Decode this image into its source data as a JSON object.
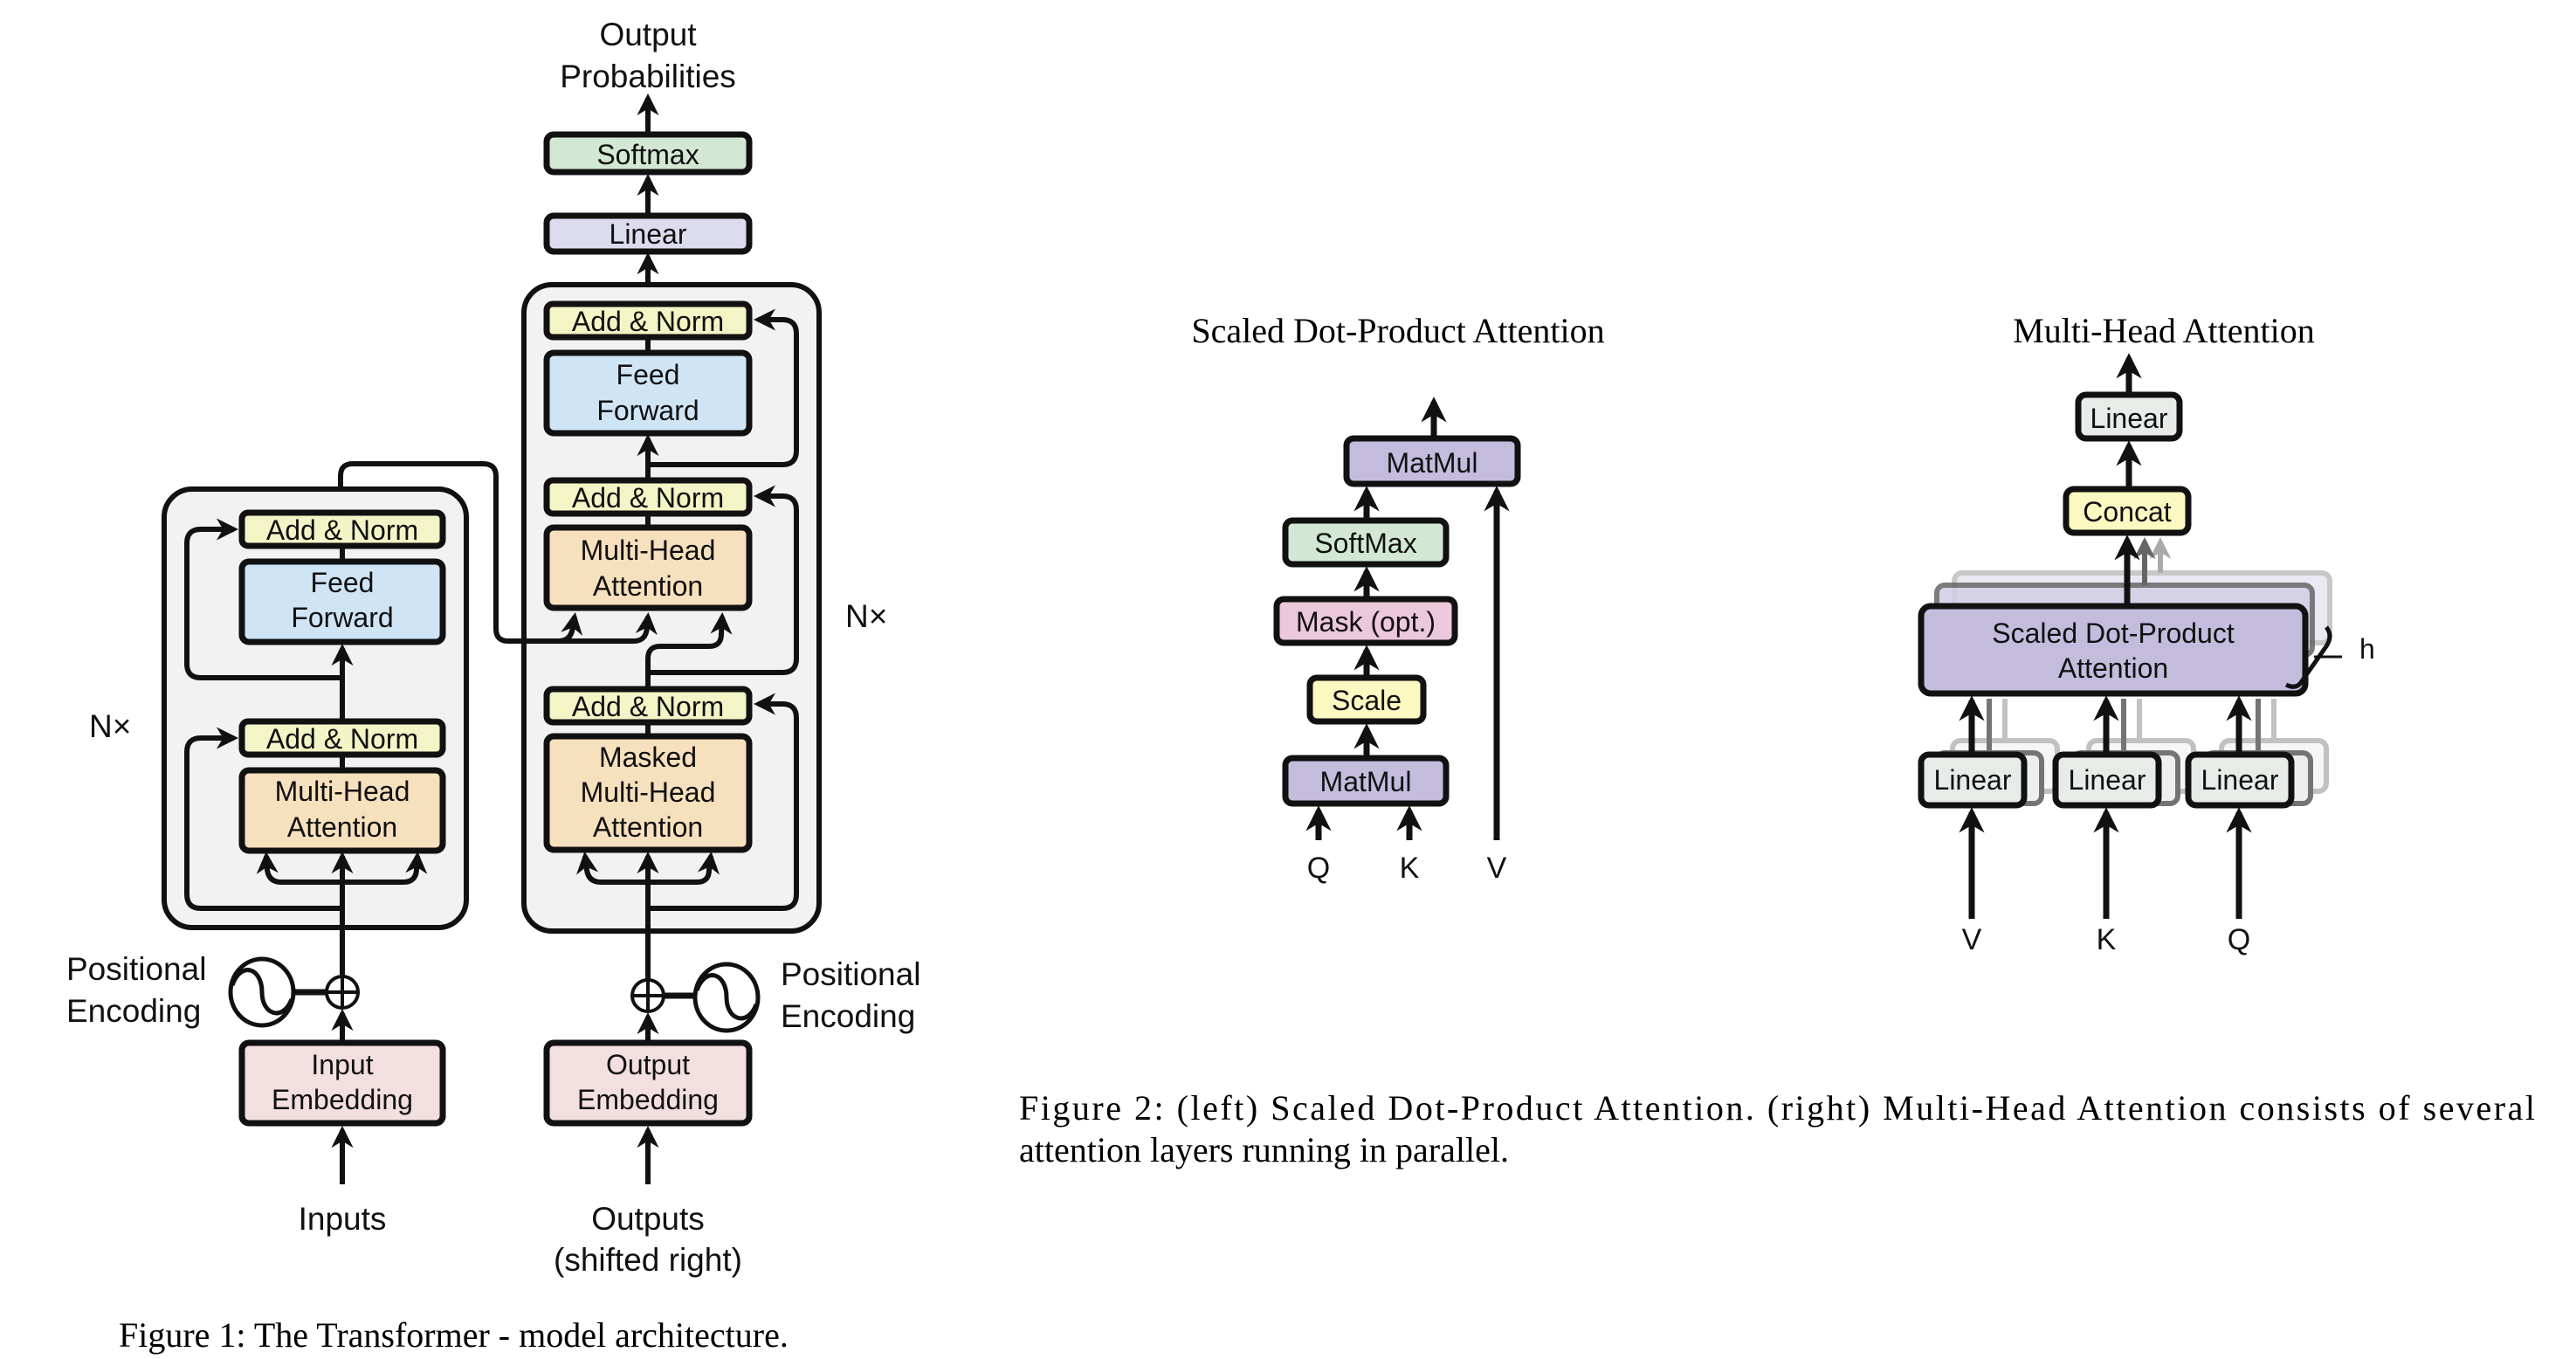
{
  "colors": {
    "add_norm": "#f3f5c6",
    "feed_forward": "#cfe5f5",
    "attention": "#f7e0bd",
    "embedding": "#f3dfe0",
    "linear_top": "#dcdcee",
    "softmax": "#d3e8d4",
    "matmul": "#c3bcdd",
    "mask": "#ecc8dc",
    "scale": "#fbf8c1",
    "linear_mh": "#e8ece8",
    "concat": "#fbf8c1",
    "block_bg": "#f2f2f2"
  },
  "figure1": {
    "output_label_line1": "Output",
    "output_label_line2": "Probabilities",
    "softmax": "Softmax",
    "linear": "Linear",
    "decoder": {
      "add_norm_top": "Add & Norm",
      "feed_forward_line1": "Feed",
      "feed_forward_line2": "Forward",
      "add_norm_mid": "Add & Norm",
      "mha_line1": "Multi-Head",
      "mha_line2": "Attention",
      "add_norm_bottom": "Add & Norm",
      "masked_line1": "Masked",
      "masked_line2": "Multi-Head",
      "masked_line3": "Attention",
      "repeat": "N×"
    },
    "encoder": {
      "add_norm_top": "Add & Norm",
      "feed_forward_line1": "Feed",
      "feed_forward_line2": "Forward",
      "add_norm_bottom": "Add & Norm",
      "mha_line1": "Multi-Head",
      "mha_line2": "Attention",
      "repeat": "N×"
    },
    "pos_enc_left_line1": "Positional",
    "pos_enc_left_line2": "Encoding",
    "pos_enc_right_line1": "Positional",
    "pos_enc_right_line2": "Encoding",
    "input_embedding_line1": "Input",
    "input_embedding_line2": "Embedding",
    "output_embedding_line1": "Output",
    "output_embedding_line2": "Embedding",
    "inputs": "Inputs",
    "outputs_line1": "Outputs",
    "outputs_line2": "(shifted right)",
    "caption": "Figure 1: The Transformer - model architecture."
  },
  "figure2": {
    "sdpa": {
      "title": "Scaled Dot-Product Attention",
      "matmul_top": "MatMul",
      "softmax": "SoftMax",
      "mask": "Mask (opt.)",
      "scale": "Scale",
      "matmul_bottom": "MatMul",
      "q": "Q",
      "k": "K",
      "v": "V"
    },
    "mha": {
      "title": "Multi-Head Attention",
      "linear_top": "Linear",
      "concat": "Concat",
      "sdpa_line1": "Scaled Dot-Product",
      "sdpa_line2": "Attention",
      "h": "h",
      "linear_v": "Linear",
      "linear_k": "Linear",
      "linear_q": "Linear",
      "v": "V",
      "k": "K",
      "q": "Q"
    },
    "caption_line1": "Figure 2:  (left) Scaled Dot-Product Attention.  (right) Multi-Head Attention consists of several",
    "caption_line2": "attention layers running in parallel."
  }
}
